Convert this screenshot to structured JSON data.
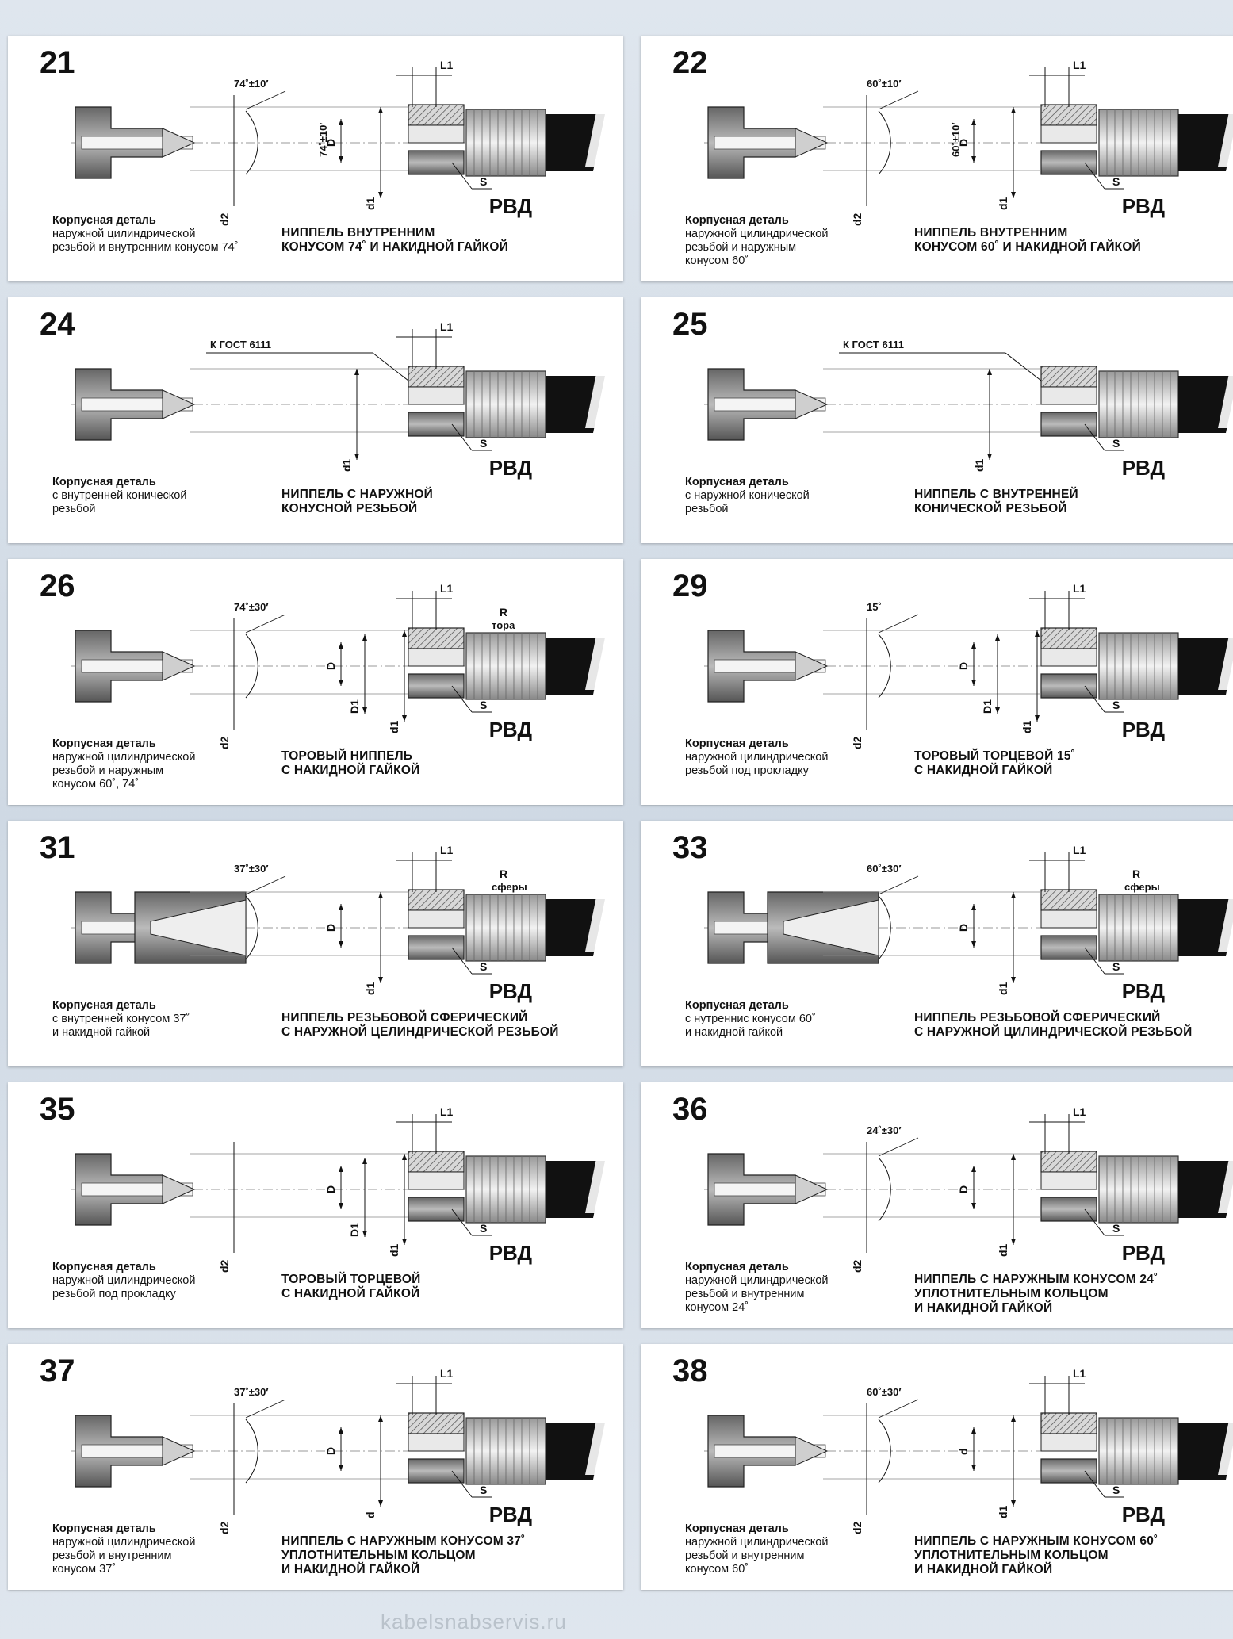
{
  "panels": [
    {
      "id": "21",
      "number": "21",
      "rvd": "РВД",
      "part_title": "Корпусная деталь",
      "part_desc": "наружной цилиндрической\nрезьбой и внутренним конусом 74˚",
      "nipple": "НИППЕЛЬ ВНУТРЕННИМ\nКОНУСОМ 74˚ И  НАКИДНОЙ ГАЙКОЙ",
      "dims": {
        "l1": "L1",
        "s": "S",
        "d": "D",
        "d1": "d1",
        "d2": "d2",
        "angle": "74˚±10′",
        "angle2": "74˚±10′"
      }
    },
    {
      "id": "22",
      "number": "22",
      "rvd": "РВД",
      "part_title": "Корпусная деталь",
      "part_desc": "наружной цилиндрической\nрезьбой и наружным\nконусом 60˚",
      "nipple": "НИППЕЛЬ ВНУТРЕННИМ\nКОНУСОМ 60˚ И  НАКИДНОЙ ГАЙКОЙ",
      "dims": {
        "l1": "L1",
        "s": "S",
        "d": "D",
        "d1": "d1",
        "d2": "d2",
        "angle": "60˚±10′",
        "angle2": "60˚±10′"
      }
    },
    {
      "id": "24",
      "number": "24",
      "rvd": "РВД",
      "part_title": "Корпусная деталь",
      "part_desc": "с внутренней конической\nрезьбой",
      "nipple": "НИППЕЛЬ С НАРУЖНОЙ\nКОНУСНОЙ РЕЗЬБОЙ",
      "dims": {
        "l1": "L1",
        "s": "S",
        "d1": "d1",
        "gost": "К ГОСТ 6111"
      }
    },
    {
      "id": "25",
      "number": "25",
      "rvd": "РВД",
      "part_title": "Корпусная деталь",
      "part_desc": "с наружной конической\nрезьбой",
      "nipple": "НИППЕЛЬ С ВНУТРЕННЕЙ\nКОНИЧЕСКОЙ РЕЗЬБОЙ",
      "dims": {
        "s": "S",
        "d1": "d1",
        "gost": "К ГОСТ 6111"
      }
    },
    {
      "id": "26",
      "number": "26",
      "rvd": "РВД",
      "part_title": "Корпусная деталь",
      "part_desc": "наружной цилиндрической\nрезьбой и наружным\nконусом 60˚, 74˚",
      "nipple": "ТОРОВЫЙ НИППЕЛЬ\nС  НАКИДНОЙ ГАЙКОЙ",
      "dims": {
        "l1": "L1",
        "s": "S",
        "d": "D",
        "D1": "D1",
        "d1": "d1",
        "d2": "d2",
        "angle": "74˚±30′",
        "r": "R",
        "r2": "тора"
      }
    },
    {
      "id": "29",
      "number": "29",
      "rvd": "РВД",
      "part_title": "Корпусная деталь",
      "part_desc": "наружной цилиндрической\nрезьбой под прокладку",
      "nipple": "ТОРОВЫЙ ТОРЦЕВОЙ 15˚\nС  НАКИДНОЙ ГАЙКОЙ",
      "dims": {
        "l1": "L1",
        "s": "S",
        "d": "D",
        "D1": "D1",
        "d1": "d1",
        "d2": "d2",
        "angle": "15˚"
      }
    },
    {
      "id": "31",
      "number": "31",
      "rvd": "РВД",
      "part_title": "Корпусная деталь",
      "part_desc": "с внутренней конусом 37˚\nи накидной гайкой",
      "nipple": "НИППЕЛЬ РЕЗЬБОВОЙ СФЕРИЧЕСКИЙ\nС НАРУЖНОЙ ЦЕЛИНДРИЧЕСКОЙ РЕЗЬБОЙ",
      "dims": {
        "l1": "L1",
        "s": "S",
        "d": "D",
        "d1": "d1",
        "angle": "37˚±30′",
        "r": "R",
        "r2": "сферы"
      }
    },
    {
      "id": "33",
      "number": "33",
      "rvd": "РВД",
      "part_title": "Корпусная деталь",
      "part_desc": "с нутреннис конусом 60˚\nи накидной гайкой",
      "nipple": "НИППЕЛЬ РЕЗЬБОВОЙ СФЕРИЧЕСКИЙ\nС НАРУЖНОЙ ЦИЛИНДРИЧЕСКОЙ РЕЗЬБОЙ",
      "dims": {
        "l1": "L1",
        "s": "S",
        "d": "D",
        "d1": "d1",
        "angle": "60˚±30′",
        "r": "R",
        "r2": "сферы"
      }
    },
    {
      "id": "35",
      "number": "35",
      "rvd": "РВД",
      "part_title": "Корпусная деталь",
      "part_desc": "наружной цилиндрической\nрезьбой под прокладку",
      "nipple": "ТОРОВЫЙ ТОРЦЕВОЙ\nС  НАКИДНОЙ ГАЙКОЙ",
      "dims": {
        "l1": "L1",
        "s": "S",
        "d": "D",
        "D1": "D1",
        "d1": "d1",
        "d2": "d2"
      }
    },
    {
      "id": "36",
      "number": "36",
      "rvd": "РВД",
      "part_title": "Корпусная деталь",
      "part_desc": "наружной цилиндрической\nрезьбой и внутренним\nконусом 24˚",
      "nipple": "НИППЕЛЬ С НАРУЖНЫМ КОНУСОМ 24˚\nУПЛОТНИТЕЛЬНЫМ КОЛЬЦОМ\nИ  НАКИДНОЙ ГАЙКОЙ",
      "dims": {
        "l1": "L1",
        "s": "S",
        "d": "D",
        "d1": "d1",
        "d2": "d2",
        "angle": "24˚±30′"
      }
    },
    {
      "id": "37",
      "number": "37",
      "rvd": "РВД",
      "part_title": "Корпусная деталь",
      "part_desc": "наружной цилиндрической\nрезьбой и внутренним\nконусом 37˚",
      "nipple": "НИППЕЛЬ С НАРУЖНЫМ КОНУСОМ 37˚\nУПЛОТНИТЕЛЬНЫМ КОЛЬЦОМ\nИ  НАКИДНОЙ ГАЙКОЙ",
      "dims": {
        "l1": "L1",
        "s": "S",
        "d": "D",
        "d1": "d",
        "d2": "d2",
        "angle": "37˚±30′"
      }
    },
    {
      "id": "38",
      "number": "38",
      "rvd": "РВД",
      "part_title": "Корпусная деталь",
      "part_desc": "наружной цилиндрической\nрезьбой и внутренним\nконусом 60˚",
      "nipple": "НИППЕЛЬ С НАРУЖНЫМ КОНУСОМ 60˚\nУПЛОТНИТЕЛЬНЫМ КОЛЬЦОМ\nИ  НАКИДНОЙ ГАЙКОЙ",
      "dims": {
        "l1": "L1",
        "s": "S",
        "d": "d",
        "d1": "d1",
        "d2": "d2",
        "angle": "60˚±30′"
      }
    }
  ],
  "watermark": "kabelsnabservis.ru"
}
